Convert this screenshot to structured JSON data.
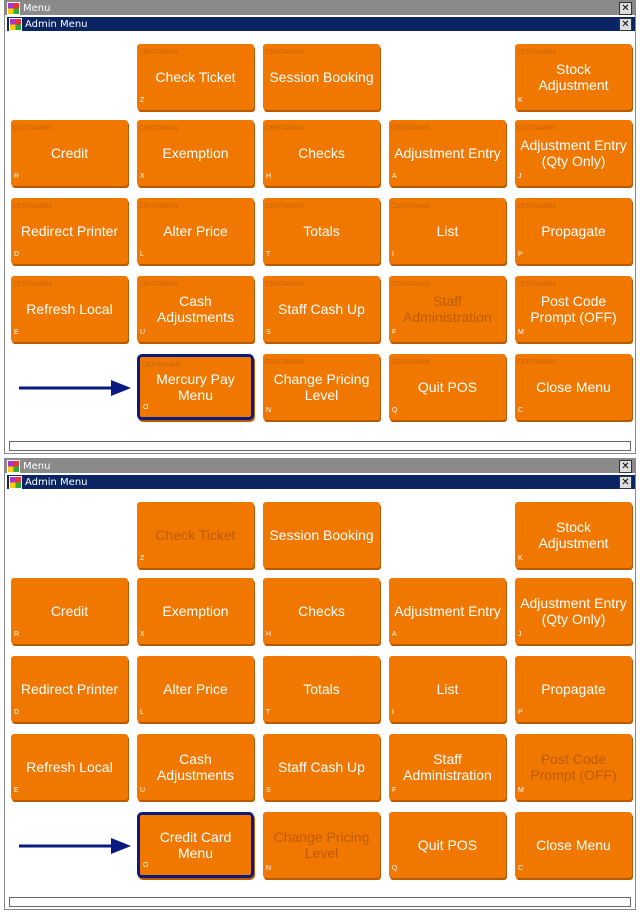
{
  "panels": [
    {
      "outer_title": "Menu",
      "inner_title": "Admin Menu",
      "selected": "Mercury Pay Menu",
      "buttons": [
        {
          "row": 0,
          "col": 1,
          "label": "Check Ticket",
          "brand": "CENTAMAN",
          "key": "Z"
        },
        {
          "row": 0,
          "col": 2,
          "label": "Session Booking",
          "brand": "CENTAMAN",
          "key": ""
        },
        {
          "row": 0,
          "col": 4,
          "label": "Stock Adjustment",
          "brand": "CENTAMAN",
          "key": "K"
        },
        {
          "row": 1,
          "col": 0,
          "label": "Credit",
          "brand": "CENTAMAN",
          "key": "R"
        },
        {
          "row": 1,
          "col": 1,
          "label": "Exemption",
          "brand": "CENTAMAN",
          "key": "X"
        },
        {
          "row": 1,
          "col": 2,
          "label": "Checks",
          "brand": "CENTAMAN",
          "key": "H"
        },
        {
          "row": 1,
          "col": 3,
          "label": "Adjustment Entry",
          "brand": "CENTAMAN",
          "key": "A"
        },
        {
          "row": 1,
          "col": 4,
          "label": "Adjustment Entry (Qty Only)",
          "brand": "CENTAMAN",
          "key": "J"
        },
        {
          "row": 2,
          "col": 0,
          "label": "Redirect Printer",
          "brand": "CENTAMAN",
          "key": "D"
        },
        {
          "row": 2,
          "col": 1,
          "label": "Alter Price",
          "brand": "CENTAMAN",
          "key": "L"
        },
        {
          "row": 2,
          "col": 2,
          "label": "Totals",
          "brand": "CENTAMAN",
          "key": "T"
        },
        {
          "row": 2,
          "col": 3,
          "label": "List",
          "brand": "CENTAMAN",
          "key": "I"
        },
        {
          "row": 2,
          "col": 4,
          "label": "Propagate",
          "brand": "CENTAMAN",
          "key": "P"
        },
        {
          "row": 3,
          "col": 0,
          "label": "Refresh Local",
          "brand": "CENTAMAN",
          "key": "E"
        },
        {
          "row": 3,
          "col": 1,
          "label": "Cash Adjustments",
          "brand": "CENTAMAN",
          "key": "U"
        },
        {
          "row": 3,
          "col": 2,
          "label": "Staff Cash Up",
          "brand": "CENTAMAN",
          "key": "S"
        },
        {
          "row": 3,
          "col": 3,
          "label": "Staff Administration",
          "brand": "CENTAMAN",
          "key": "F",
          "disabled": true
        },
        {
          "row": 3,
          "col": 4,
          "label": "Post Code Prompt (OFF)",
          "brand": "CENTAMAN",
          "key": "M"
        },
        {
          "row": 4,
          "col": 1,
          "label": "Mercury Pay Menu",
          "brand": "CENTAMAN",
          "key": "O",
          "selected": true
        },
        {
          "row": 4,
          "col": 2,
          "label": "Change Pricing Level",
          "brand": "CENTAMAN",
          "key": "N"
        },
        {
          "row": 4,
          "col": 3,
          "label": "Quit POS",
          "brand": "CENTAMAN",
          "key": "Q"
        },
        {
          "row": 4,
          "col": 4,
          "label": "Close Menu",
          "brand": "CENTAMAN",
          "key": "C"
        }
      ]
    },
    {
      "outer_title": "Menu",
      "inner_title": "Admin Menu",
      "selected": "Credit Card Menu",
      "buttons": [
        {
          "row": 0,
          "col": 1,
          "label": "Check Ticket",
          "key": "Z",
          "disabled": true
        },
        {
          "row": 0,
          "col": 2,
          "label": "Session Booking",
          "key": ""
        },
        {
          "row": 0,
          "col": 4,
          "label": "Stock Adjustment",
          "key": "K"
        },
        {
          "row": 1,
          "col": 0,
          "label": "Credit",
          "key": "R"
        },
        {
          "row": 1,
          "col": 1,
          "label": "Exemption",
          "key": "X"
        },
        {
          "row": 1,
          "col": 2,
          "label": "Checks",
          "key": "H"
        },
        {
          "row": 1,
          "col": 3,
          "label": "Adjustment Entry",
          "key": "A"
        },
        {
          "row": 1,
          "col": 4,
          "label": "Adjustment Entry (Qty Only)",
          "key": "J"
        },
        {
          "row": 2,
          "col": 0,
          "label": "Redirect Printer",
          "key": "D"
        },
        {
          "row": 2,
          "col": 1,
          "label": "Alter Price",
          "key": "L"
        },
        {
          "row": 2,
          "col": 2,
          "label": "Totals",
          "key": "T"
        },
        {
          "row": 2,
          "col": 3,
          "label": "List",
          "key": "I"
        },
        {
          "row": 2,
          "col": 4,
          "label": "Propagate",
          "key": "P"
        },
        {
          "row": 3,
          "col": 0,
          "label": "Refresh Local",
          "key": "E"
        },
        {
          "row": 3,
          "col": 1,
          "label": "Cash Adjustments",
          "key": "U"
        },
        {
          "row": 3,
          "col": 2,
          "label": "Staff Cash Up",
          "key": "S"
        },
        {
          "row": 3,
          "col": 3,
          "label": "Staff Administration",
          "key": "F"
        },
        {
          "row": 3,
          "col": 4,
          "label": "Post Code Prompt (OFF)",
          "key": "M",
          "disabled": true
        },
        {
          "row": 4,
          "col": 1,
          "label": "Credit Card Menu",
          "key": "O",
          "selected": true
        },
        {
          "row": 4,
          "col": 2,
          "label": "Change Pricing Level",
          "key": "N",
          "disabled": true
        },
        {
          "row": 4,
          "col": 3,
          "label": "Quit POS",
          "key": "Q"
        },
        {
          "row": 4,
          "col": 4,
          "label": "Close Menu",
          "key": "C"
        }
      ]
    }
  ],
  "colors": {
    "button": "#f07800",
    "title_active": "#0a2464",
    "arrow": "#0a1a80"
  }
}
